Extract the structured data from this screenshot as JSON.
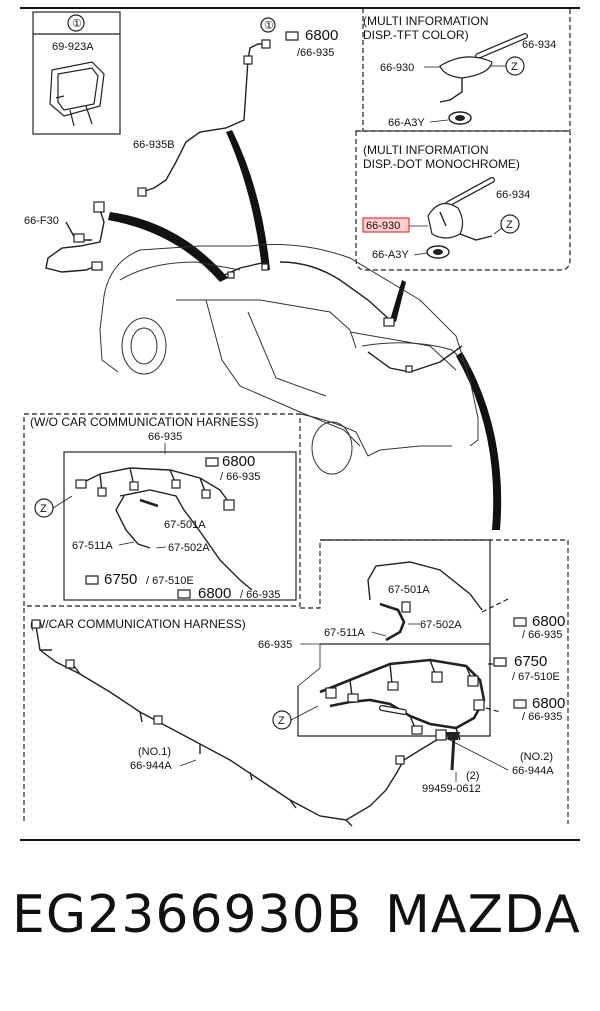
{
  "labels": {
    "circle_one": "①",
    "p_69_923A": "69-923A",
    "p_6800_top": "6800",
    "p_66_935_top": "/66-935",
    "p_66_935B": "66-935B",
    "p_66_F30": "66-F30",
    "mid_tft_1": "(MULTI INFORMATION",
    "mid_tft_2": "DISP.-TFT COLOR)",
    "p_66_934_a": "66-934",
    "p_66_930_a": "66-930",
    "p_66_A3Y_a": "66-A3Y",
    "mid_dot_1": "(MULTI INFORMATION",
    "mid_dot_2": "DISP.-DOT MONOCHROME)",
    "p_66_934_b": "66-934",
    "p_66_930_b": "66-930",
    "p_66_A3Y_b": "66-A3Y",
    "z": "Z",
    "wo_header": "(W/O CAR COMMUNICATION HARNESS)",
    "wo_66_935": "66-935",
    "wo_6800": "6800",
    "wo_66_935b": "/ 66-935",
    "wo_67_501A": "67-501A",
    "wo_67_511A": "67-511A",
    "wo_67_502A": "67-502A",
    "wo_6750": "6750",
    "wo_67_510E": "/ 67-510E",
    "wo_6800_bottom": "6800",
    "wo_66_935_bottom": "/ 66-935",
    "w_header": "(W/CAR COMMUNICATION HARNESS)",
    "w_67_501A": "67-501A",
    "w_67_502A": "67-502A",
    "w_67_511A": "67-511A",
    "w_66_935": "66-935",
    "w_6800_a": "6800",
    "w_66_935_a": "/ 66-935",
    "w_6750": "6750",
    "w_67_510E": "/ 67-510E",
    "w_6800_b": "6800",
    "w_66_935_b": "/ 66-935",
    "no1": "(NO.1)",
    "p_66_944A_1": "66-944A",
    "no2": "(NO.2)",
    "p_66_944A_2": "66-944A",
    "circle_two": "(2)",
    "p_99459": "99459-0612"
  },
  "footer": {
    "part_number": "EG2366930B",
    "brand": "MAZDA"
  },
  "highlight_color": "#e53935",
  "highlight_fill": "#ffcdd2"
}
